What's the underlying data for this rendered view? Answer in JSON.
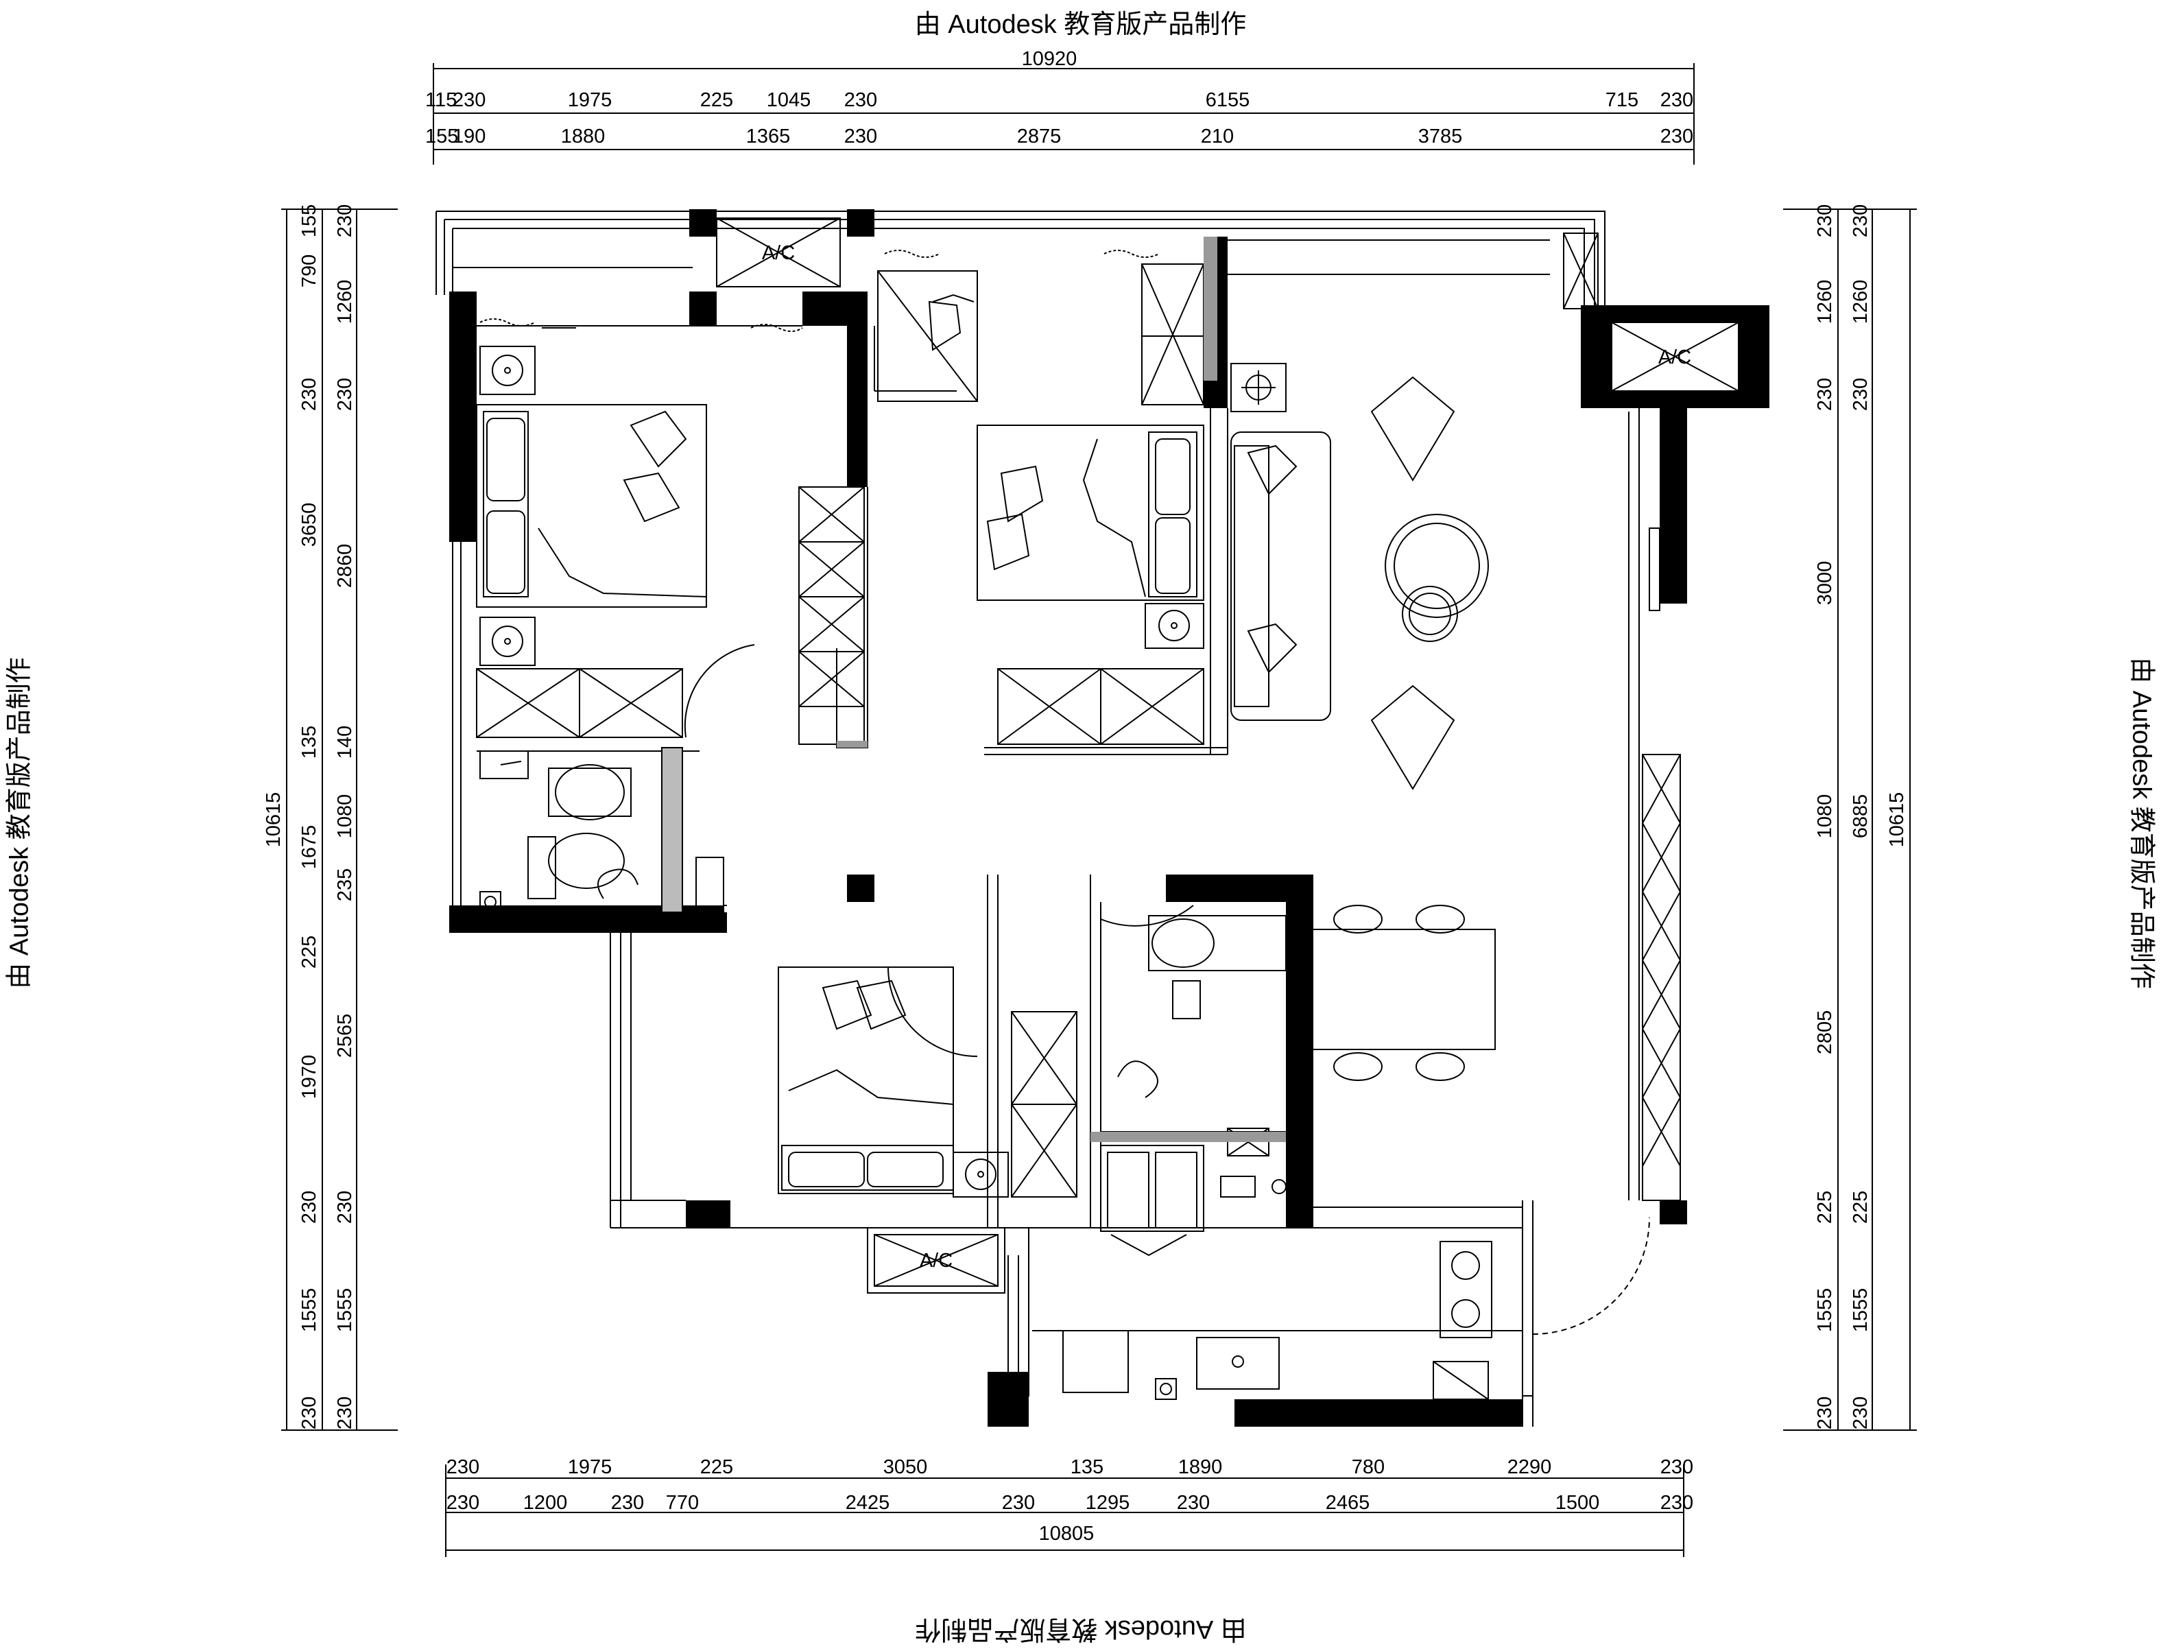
{
  "watermark": "由 Autodesk 教育版产品制作",
  "ac_label": "A/C",
  "dims": {
    "top_total": "10920",
    "top_row1": [
      "115",
      "230",
      "1975",
      "225",
      "1045",
      "230",
      "6155",
      "715",
      "230"
    ],
    "top_row2": [
      "155",
      "190",
      "1880",
      "1365",
      "230",
      "2875",
      "210",
      "3785",
      "230"
    ],
    "bottom_row1": [
      "230",
      "1975",
      "225",
      "3050",
      "135",
      "1890",
      "780",
      "2290",
      "230"
    ],
    "bottom_row2": [
      "230",
      "1200",
      "230",
      "770",
      "2425",
      "230",
      "1295",
      "230",
      "2465",
      "1500",
      "230"
    ],
    "bottom_total": "10805",
    "left_total": "10615",
    "left_col1": [
      "155",
      "790",
      "230",
      "3650",
      "135",
      "1675",
      "225",
      "1970",
      "230",
      "1555",
      "230"
    ],
    "left_col2": [
      "230",
      "1260",
      "230",
      "2860",
      "140",
      "1080",
      "235",
      "2565",
      "230",
      "1555",
      "230"
    ],
    "right_total": "10615",
    "right_col1": [
      "230",
      "1260",
      "230",
      "3000",
      "1080",
      "2805",
      "225",
      "1555",
      "230"
    ],
    "right_col2": [
      "230",
      "1260",
      "230",
      "6885",
      "225",
      "1555",
      "230"
    ]
  }
}
